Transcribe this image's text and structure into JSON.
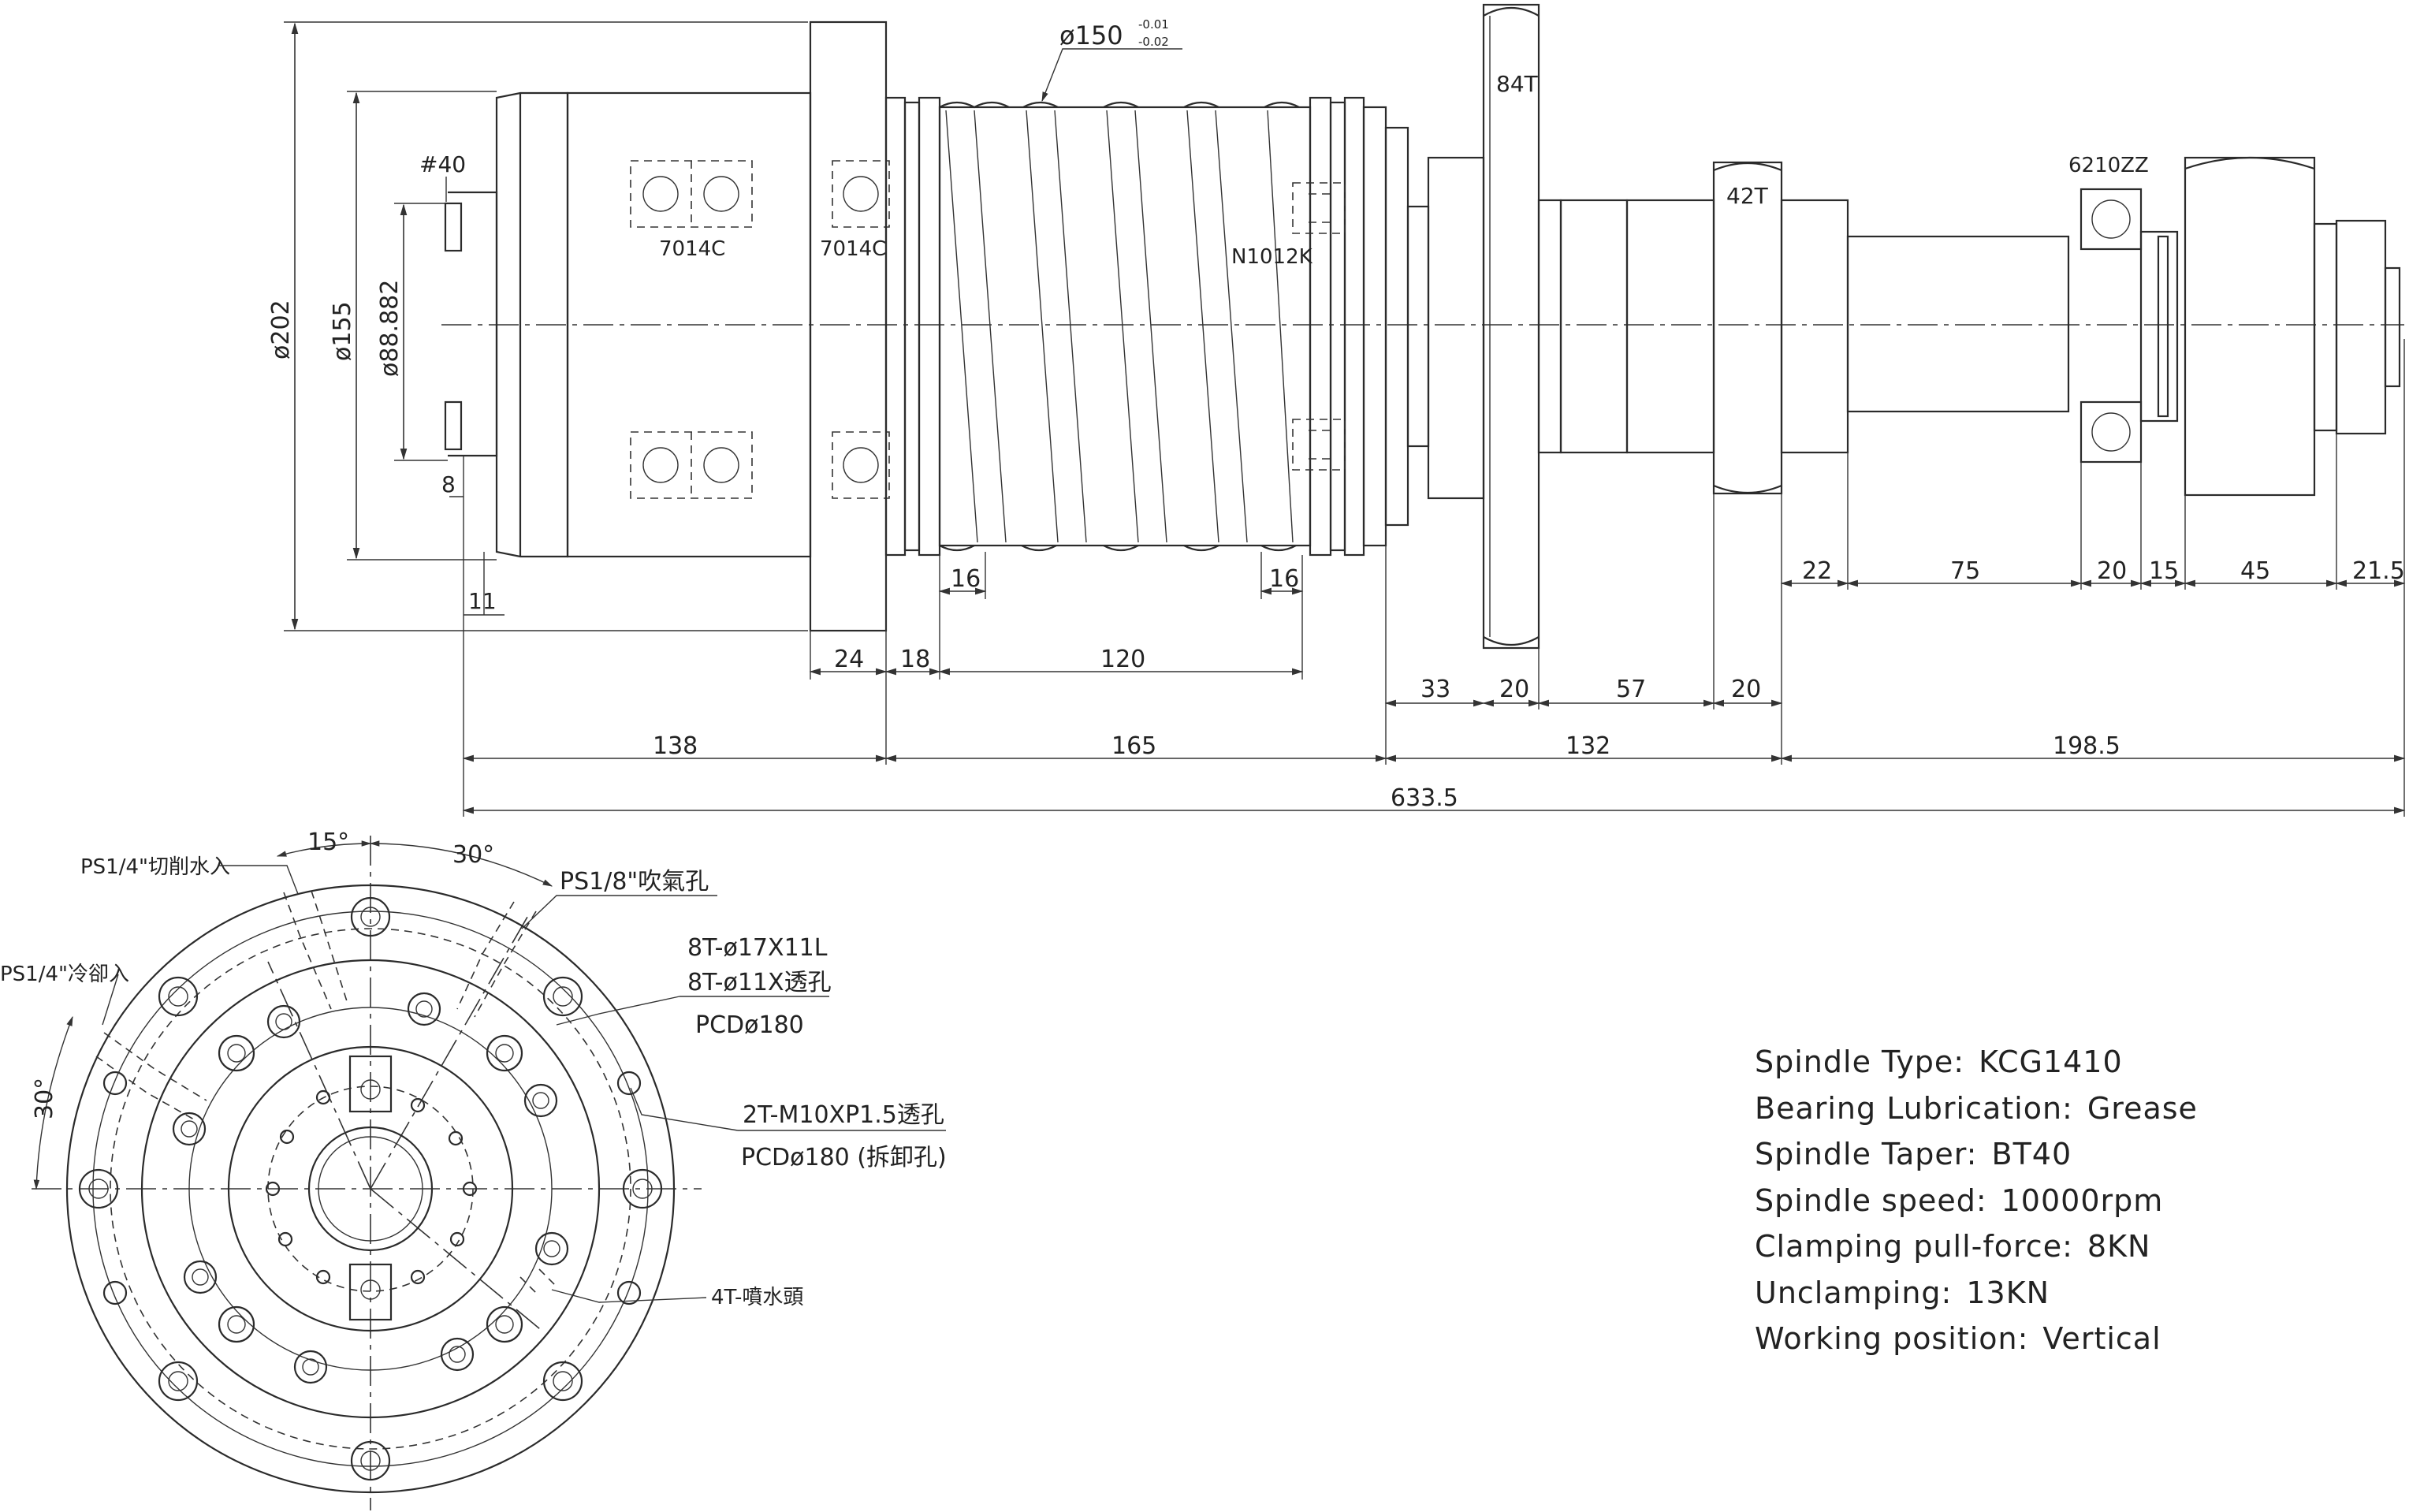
{
  "bearings": {
    "front_pair": "7014C",
    "front_single": "7014C",
    "mid": "N1012K",
    "rear": "6210ZZ"
  },
  "gears": {
    "large": "84T",
    "small": "42T"
  },
  "diameters": {
    "housing": "ø202",
    "flange": "ø155",
    "bore": "ø88.882",
    "sleeve": "ø150",
    "sleeve_tol_upper": "-0.01",
    "sleeve_tol_lower": "-0.02",
    "taper": "#40"
  },
  "dims": {
    "d8": "8",
    "d11": "11",
    "d24": "24",
    "d18": "18",
    "d120": "120",
    "d16a": "16",
    "d16b": "16",
    "d33": "33",
    "d20a": "20",
    "d57": "57",
    "d20b": "20",
    "d22": "22",
    "d75": "75",
    "d20c": "20",
    "d15": "15",
    "d45": "45",
    "d21_5": "21.5",
    "d138": "138",
    "d165": "165",
    "d132": "132",
    "d198_5": "198.5",
    "total": "633.5"
  },
  "end_view": {
    "angle_15": "15°",
    "angle_30a": "30°",
    "angle_30b": "30°",
    "cutting_water": "PS1/4\"切削水入",
    "air_blow": "PS1/8\"吹氣孔",
    "coolant": "PS1/4\"冷卻入",
    "holes_17": "8T-ø17X11L",
    "holes_11": "8T-ø11X透孔",
    "pcd1": "PCDø180",
    "tap_holes": "2T-M10XP1.5透孔",
    "pcd2": "PCDø180 (拆卸孔)",
    "nozzles": "4T-噴水頭"
  },
  "specs": [
    {
      "label": "Spindle Type:",
      "value": "KCG1410"
    },
    {
      "label": "Bearing Lubrication:",
      "value": "Grease"
    },
    {
      "label": "Spindle Taper:",
      "value": "BT40"
    },
    {
      "label": "Spindle speed:",
      "value": "10000rpm"
    },
    {
      "label": "Clamping pull-force:",
      "value": "8KN"
    },
    {
      "label": "Unclamping:",
      "value": "13KN"
    },
    {
      "label": "Working position:",
      "value": "Vertical"
    }
  ]
}
